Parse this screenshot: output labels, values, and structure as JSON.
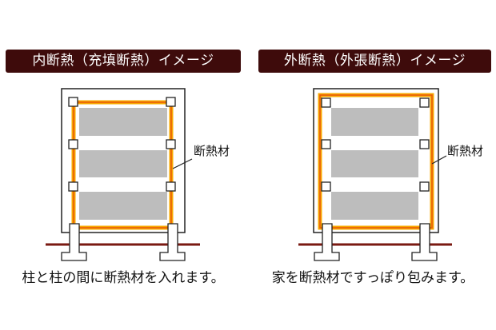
{
  "colors": {
    "title_bg": "#3e0b0b",
    "title_text": "#ffffff",
    "insulation_outer": "#f7a800",
    "insulation_inner": "#e8580a",
    "panel_gray": "#bdbdbd",
    "ground_line": "#7a1a12",
    "outline": "#222222"
  },
  "panels": [
    {
      "id": "internal",
      "title": "内断熱（充填断熱）イメージ",
      "insulation_label": "断熱材",
      "caption": "柱と柱の間に断熱材を入れます。",
      "insulation_position": "between-posts"
    },
    {
      "id": "external",
      "title": "外断熱（外張断熱）イメージ",
      "insulation_label": "断熱材",
      "caption": "家を断熱材ですっぽり包みます。",
      "insulation_position": "outside-posts"
    }
  ]
}
